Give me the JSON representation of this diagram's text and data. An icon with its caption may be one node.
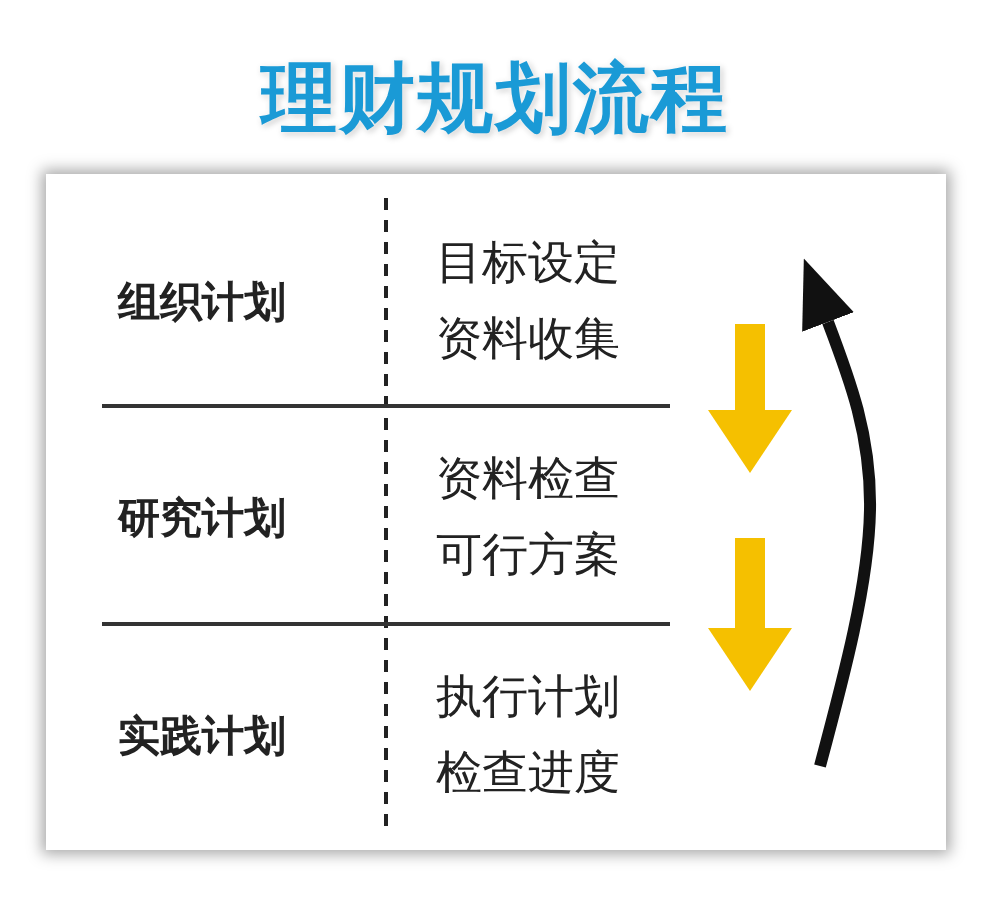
{
  "diagram": {
    "title": "理财规划流程",
    "nodes": [
      {
        "text": [
          "组织计划",
          "目标设定",
          "资料收集"
        ]
      },
      {
        "text": [
          "研究计划",
          "资料检查",
          "可行方案"
        ]
      },
      {
        "text": [
          "实践计划",
          "执行计划",
          "检查进度"
        ]
      }
    ]
  }
}
